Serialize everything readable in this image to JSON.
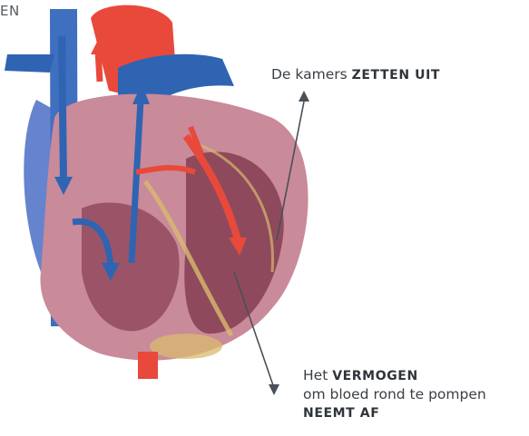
{
  "corner_label": "EN",
  "annotations": {
    "expand": {
      "prefix": "De kamers ",
      "emphasis": "ZETTEN UIT"
    },
    "power": {
      "prefix": "Het ",
      "emphasis1": "VERMOGEN",
      "line2": "om bloed rond te pompen",
      "emphasis2": "NEEMT AF"
    }
  },
  "colors": {
    "vein_blue": "#2f64b3",
    "artery_red": "#e8493b",
    "heart_wall": "#c98a9a",
    "chamber": "#8e4a5c",
    "fat": "#d9b96e",
    "pointer": "#4a5058"
  }
}
